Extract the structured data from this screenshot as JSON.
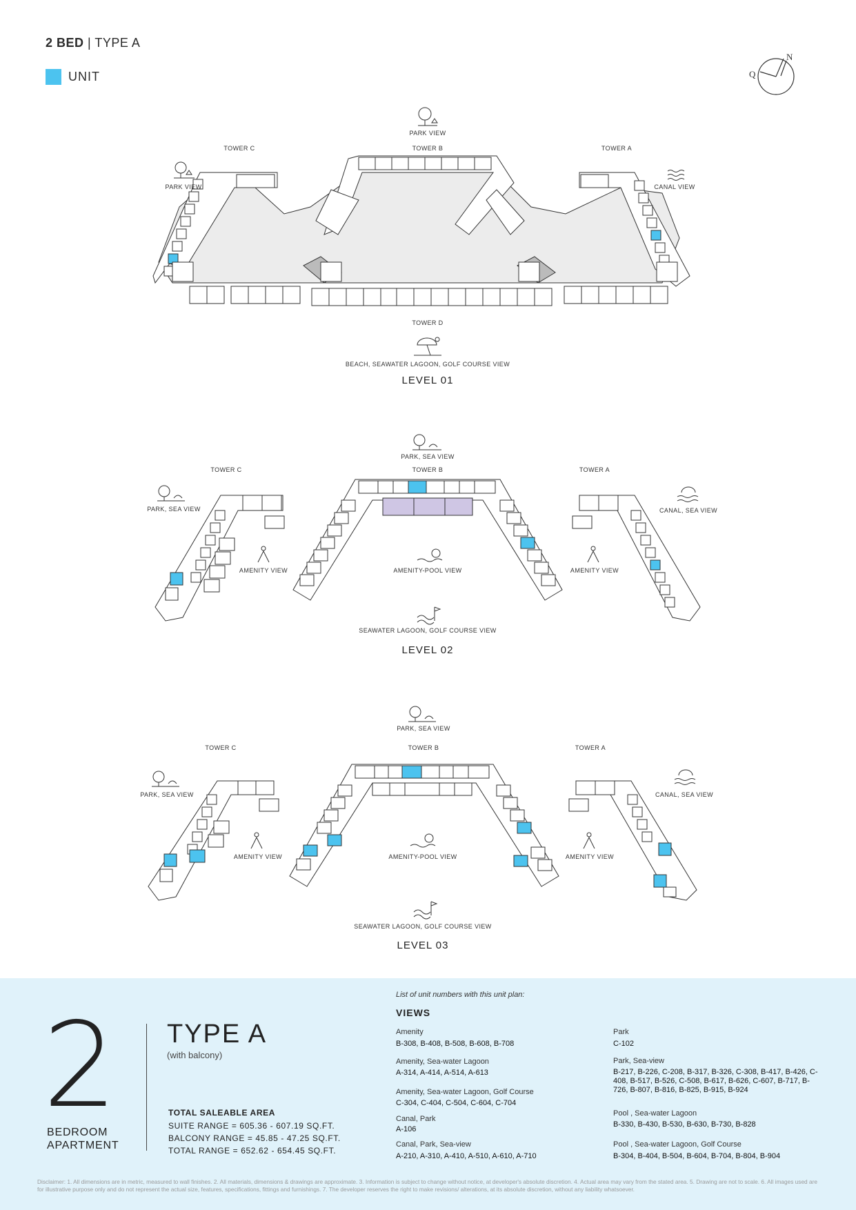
{
  "header": {
    "bold": "2 BED",
    "sep": " | ",
    "rest": "TYPE A"
  },
  "legend": {
    "label": "UNIT",
    "color": "#4cc3ef"
  },
  "compass": {
    "north": "N",
    "q": "Q"
  },
  "levels": [
    {
      "name": "LEVEL 01",
      "towers": {
        "c": "TOWER C",
        "b": "TOWER B",
        "a": "TOWER A",
        "d": "TOWER D"
      },
      "views": {
        "top": "PARK VIEW",
        "left": "PARK VIEW",
        "right": "CANAL VIEW",
        "bottom": "BEACH, SEAWATER LAGOON, GOLF COURSE VIEW"
      }
    },
    {
      "name": "LEVEL 02",
      "towers": {
        "c": "TOWER C",
        "b": "TOWER B",
        "a": "TOWER A"
      },
      "views": {
        "top": "PARK, SEA VIEW",
        "left": "PARK, SEA VIEW",
        "right": "CANAL, SEA VIEW",
        "amenityL": "AMENITY VIEW",
        "amenityR": "AMENITY VIEW",
        "pool": "AMENITY-POOL VIEW",
        "bottom": "SEAWATER LAGOON, GOLF COURSE VIEW"
      }
    },
    {
      "name": "LEVEL 03",
      "towers": {
        "c": "TOWER C",
        "b": "TOWER B",
        "a": "TOWER A"
      },
      "views": {
        "top": "PARK, SEA VIEW",
        "left": "PARK, SEA VIEW",
        "right": "CANAL, SEA VIEW",
        "amenityL": "AMENITY VIEW",
        "amenityR": "AMENITY VIEW",
        "pool": "AMENITY-POOL VIEW",
        "bottom": "SEAWATER LAGOON, GOLF COURSE VIEW"
      }
    }
  ],
  "summary": {
    "bedrooms": "2",
    "bedroom_line1": "BEDROOM",
    "bedroom_line2": "APARTMENT",
    "type": "TYPE A",
    "variant": "(with balcony)",
    "area_title": "TOTAL SALEABLE AREA",
    "suite_range": "SUITE RANGE = 605.36 - 607.19 SQ.FT.",
    "balcony_range": "BALCONY RANGE = 45.85 - 47.25 SQ.FT.",
    "total_range": "TOTAL RANGE = 652.62 - 654.45 SQ.FT.",
    "list_heading": "List of unit numbers with this unit plan:",
    "views_heading": "VIEWS",
    "views_left": [
      {
        "cat": "Amenity",
        "units": "B-308, B-408, B-508, B-608, B-708"
      },
      {
        "cat": "Amenity, Sea-water Lagoon",
        "units": "A-314, A-414, A-514, A-613"
      },
      {
        "cat": "Amenity, Sea-water Lagoon, Golf Course",
        "units": "C-304, C-404, C-504, C-604, C-704"
      },
      {
        "cat": "Canal, Park",
        "units": "A-106"
      },
      {
        "cat": "Canal, Park, Sea-view",
        "units": "A-210, A-310, A-410, A-510, A-610, A-710"
      }
    ],
    "views_right": [
      {
        "cat": "Park",
        "units": "C-102"
      },
      {
        "cat": "Park, Sea-view",
        "units": "B-217, B-226, C-208, B-317, B-326, C-308, B-417, B-426, C-408, B-517, B-526, C-508, B-617, B-626, C-607, B-717, B-726, B-807, B-816, B-825, B-915, B-924"
      },
      {
        "cat": "Pool , Sea-water Lagoon",
        "units": "B-330, B-430, B-530, B-630, B-730, B-828"
      },
      {
        "cat": "Pool , Sea-water Lagoon, Golf Course",
        "units": "B-304, B-404, B-504, B-604, B-704, B-804, B-904"
      }
    ]
  },
  "disclaimer": "Disclaimer: 1. All dimensions are in metric, measured to wall finishes. 2. All materials, dimensions & drawings are approximate. 3. Information is subject to change without notice, at developer's absolute discretion. 4. Actual area may vary from the stated area. 5. Drawing are not to scale. 6. All images used are for illustrative purpose only and do not represent the actual size, features, specifications, fittings and furnishings. 7. The developer reserves the right to make revisions/ alterations, at its absolute discretion, without any liability whatsoever.",
  "colors": {
    "highlight": "#4cc3ef",
    "courtyard": "#ececec",
    "corridor": "#cfe8f5",
    "pool": "#cfc6e4",
    "panel": "#e0f2fa"
  }
}
